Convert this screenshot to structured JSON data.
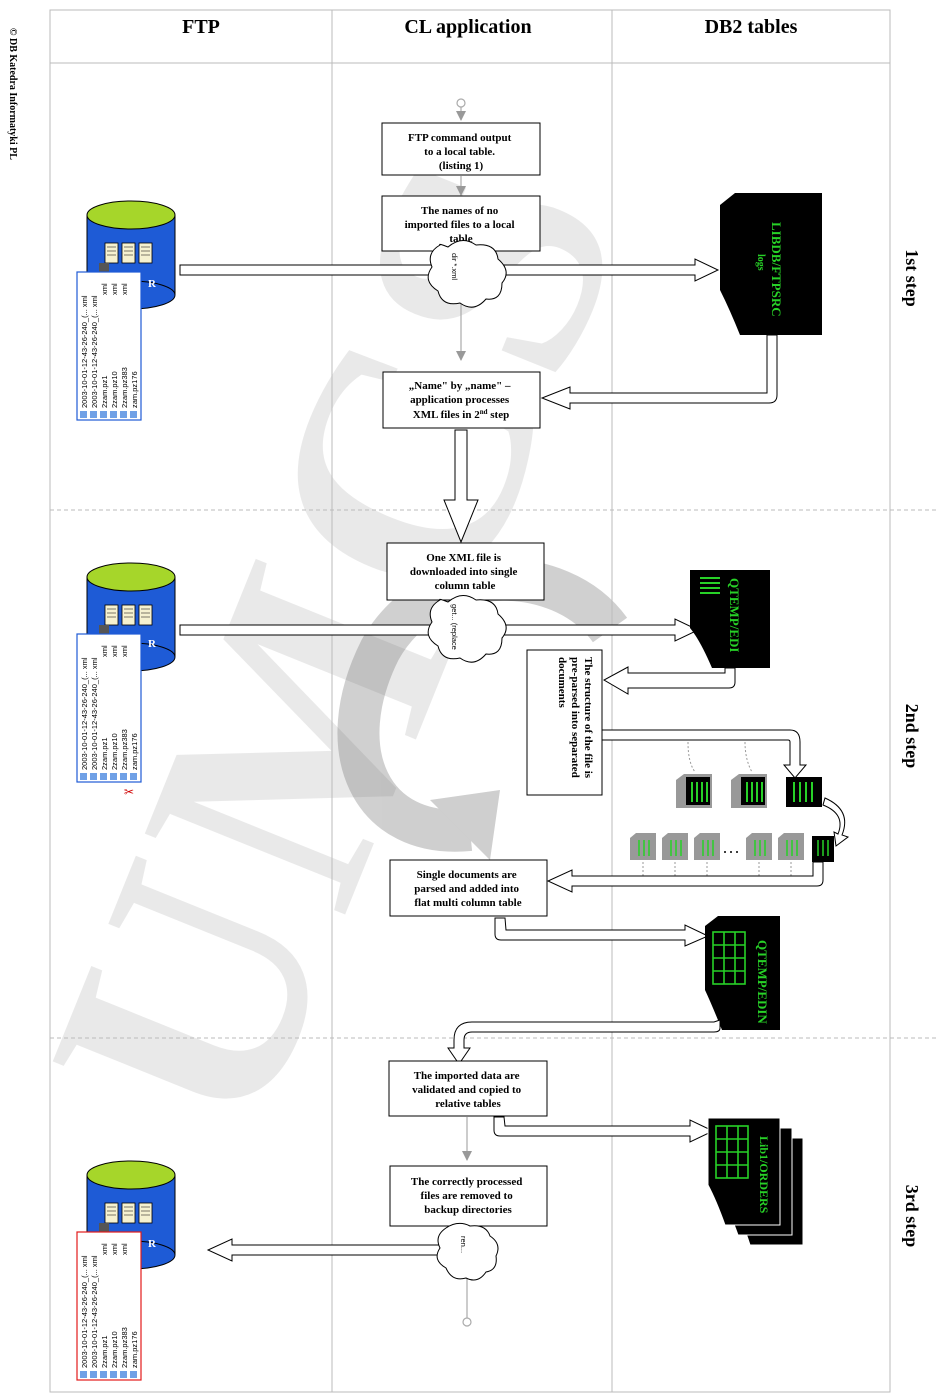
{
  "copyright": "© DB Katedra Informatyki PL",
  "columns": [
    {
      "id": "ftp",
      "label": "FTP"
    },
    {
      "id": "cl",
      "label": "CL application"
    },
    {
      "id": "db2",
      "label": "DB2 tables"
    }
  ],
  "steps": [
    "1st step",
    "2nd step",
    "3rd step"
  ],
  "watermark": "UMCS",
  "boxes": {
    "ftp_output": [
      "FTP  command output",
      "to a local  table.",
      "(listing 1)"
    ],
    "names_local": [
      "The names of no",
      "imported files to a local",
      "table"
    ],
    "name_by_name": {
      "line1": "„Name\" by „name\" –",
      "line2": "application processes",
      "line3_pre": "XML files in 2",
      "line3_sup": "nd",
      "line3_post": " step"
    },
    "one_xml": [
      "One XML file is",
      "downloaded into single",
      "column table"
    ],
    "structure": [
      "The structure of the file is",
      "pre-parsed into separated",
      "documents"
    ],
    "single_docs": [
      "Single documents are",
      "parsed and added into",
      "flat multi column table"
    ],
    "imported": [
      "The imported data are",
      "validated and copied to",
      "relative tables"
    ],
    "removed": [
      "The correctly processed",
      "files are removed to",
      "backup directories"
    ]
  },
  "clouds": {
    "dir": "dir *.xml",
    "get": "get... (replace",
    "ren": "ren..."
  },
  "tables": {
    "logs": [
      "LIBDB/FTPSRC",
      "logs"
    ],
    "edi": "QTEMP/EDI",
    "edin": "QTEMP/EDIN",
    "orders": "Lib1/ORDERS"
  },
  "ftp_listing": {
    "letter": "R",
    "files": [
      "2003-10-01-12-43-26-240_(... xml",
      "2003-10-01-12-43-26-240_(... xml",
      "2zam.pz1",
      "2zam.pz10",
      "2zam.pz383",
      "zam.pz176"
    ],
    "suffixes": [
      "xml",
      "xml",
      "xml"
    ]
  }
}
